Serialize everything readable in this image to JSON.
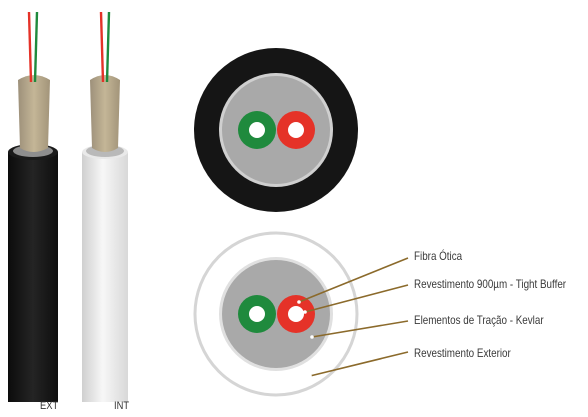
{
  "cables": [
    {
      "caption": "EXT",
      "jacket_color": "#161616"
    },
    {
      "caption": "INT",
      "jacket_color": "#e8e8e8"
    }
  ],
  "cross_section_top": {
    "outer_jacket_color": "#151515",
    "kevlar_color": "#a9a9a9",
    "fiber_colors": [
      "#1f8a3d",
      "#e53228"
    ]
  },
  "cross_section_bottom": {
    "outer_jacket_color": "#ffffff",
    "kevlar_color": "#a9a9a9",
    "fiber_colors": [
      "#1f8a3d",
      "#e53228"
    ]
  },
  "callouts": [
    {
      "label": "Fibra Ótica"
    },
    {
      "label": "Revestimento 900µm - Tight Buffer"
    },
    {
      "label": "Elementos de Tração - Kevlar"
    },
    {
      "label": "Revestimento Exterior"
    }
  ],
  "colors": {
    "leader_line": "#8b6a2b",
    "tube": "#b7a88a",
    "fiber_red": "#e53228",
    "fiber_green": "#1f8a3d"
  }
}
